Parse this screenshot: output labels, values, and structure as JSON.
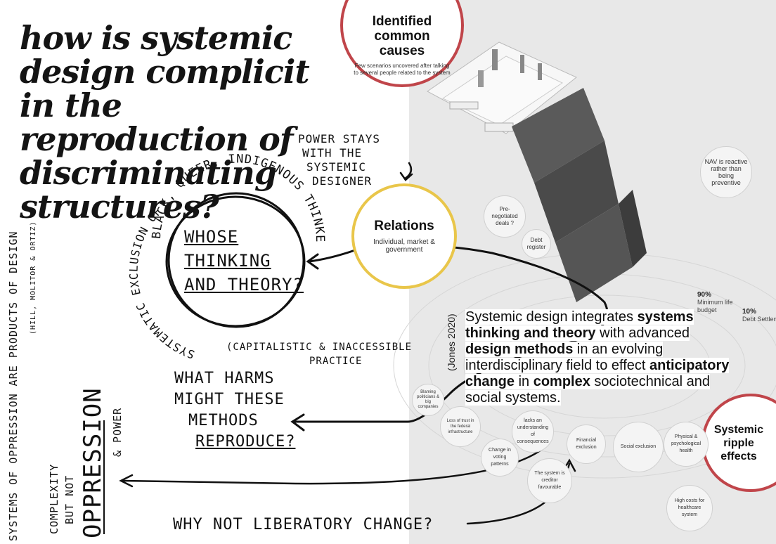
{
  "title": "how is systemic design complicit in the reproduction of discriminating structures?",
  "annotations": {
    "power_stays": [
      "POWER STAYS",
      "WITH THE",
      "SYSTEMIC",
      "DESIGNER"
    ],
    "whose": [
      "WHOSE",
      "THINKING",
      "AND THEORY?"
    ],
    "arc_thinkers": "BLACK, QUEER, INDIGENOUS THINKERS",
    "arc_exclusion": "SYSTEMATIC EXCLUSION OF",
    "capitalistic": [
      "(CAPITALISTIC & INACCESSIBLE",
      "PRACTICE"
    ],
    "what_harms": [
      "WHAT HARMS",
      "MIGHT THESE",
      "METHODS",
      "REPRODUCE?"
    ],
    "systems_of_oppression": "SYSTEMS OF OPPRESSION ARE PRODUCTS OF DESIGN",
    "hill_citation": "(HILL, MOLITOR & ORTIZ)",
    "complexity": [
      "COMPLEXITY",
      "BUT NOT"
    ],
    "oppression": "OPPRESSION",
    "and_power": "& POWER",
    "liberatory": "WHY NOT LIBERATORY CHANGE?"
  },
  "circles": {
    "common_causes": {
      "title": "Identified common causes",
      "subtitle": "Few scenarios uncovered after talking to several people related to the system"
    },
    "relations": {
      "title": "Relations",
      "subtitle": "Individual, market & government"
    },
    "ripple": {
      "title": "Systemic ripple effects"
    }
  },
  "quote": {
    "parts": [
      {
        "t": "Systemic design integrates ",
        "b": false
      },
      {
        "t": "systems thinking and theory",
        "b": true
      },
      {
        "t": " with advanced ",
        "b": false
      },
      {
        "t": "design methods",
        "b": true
      },
      {
        "t": " in an evolving interdisciplinary field to effect ",
        "b": false
      },
      {
        "t": "anticipatory change",
        "b": true
      },
      {
        "t": " in ",
        "b": false
      },
      {
        "t": "complex",
        "b": true
      },
      {
        "t": " sociotechnical and social systems.",
        "b": false
      }
    ],
    "citation": "(Jones 2020)"
  },
  "nodes": {
    "nav": "NAV is reactive rather than being preventive",
    "prenegotiated": "Pre-negotiated deals ?",
    "debt_register": "Debt register",
    "blaming": "Blaming politicians & big companies",
    "federal": "Loss of trust in the federal infrastructure",
    "voting": "Change in voting patterns",
    "creditor": "The system is creditor favourable",
    "financial": "Financial exclusion",
    "social": "Social exclusion",
    "physical": "Physical & psychological health",
    "healthcare": "High costs for healthcare system",
    "consequences": "lacks an understanding of consequences"
  },
  "stats": {
    "minimum": {
      "value": "90%",
      "label": "Minimum life budget"
    },
    "settlement": {
      "value": "10%",
      "label": "Debt Settlement Ac"
    }
  },
  "colors": {
    "red": "#c0454a",
    "yellow": "#e9c64a",
    "panel": "#e8e8e8"
  }
}
